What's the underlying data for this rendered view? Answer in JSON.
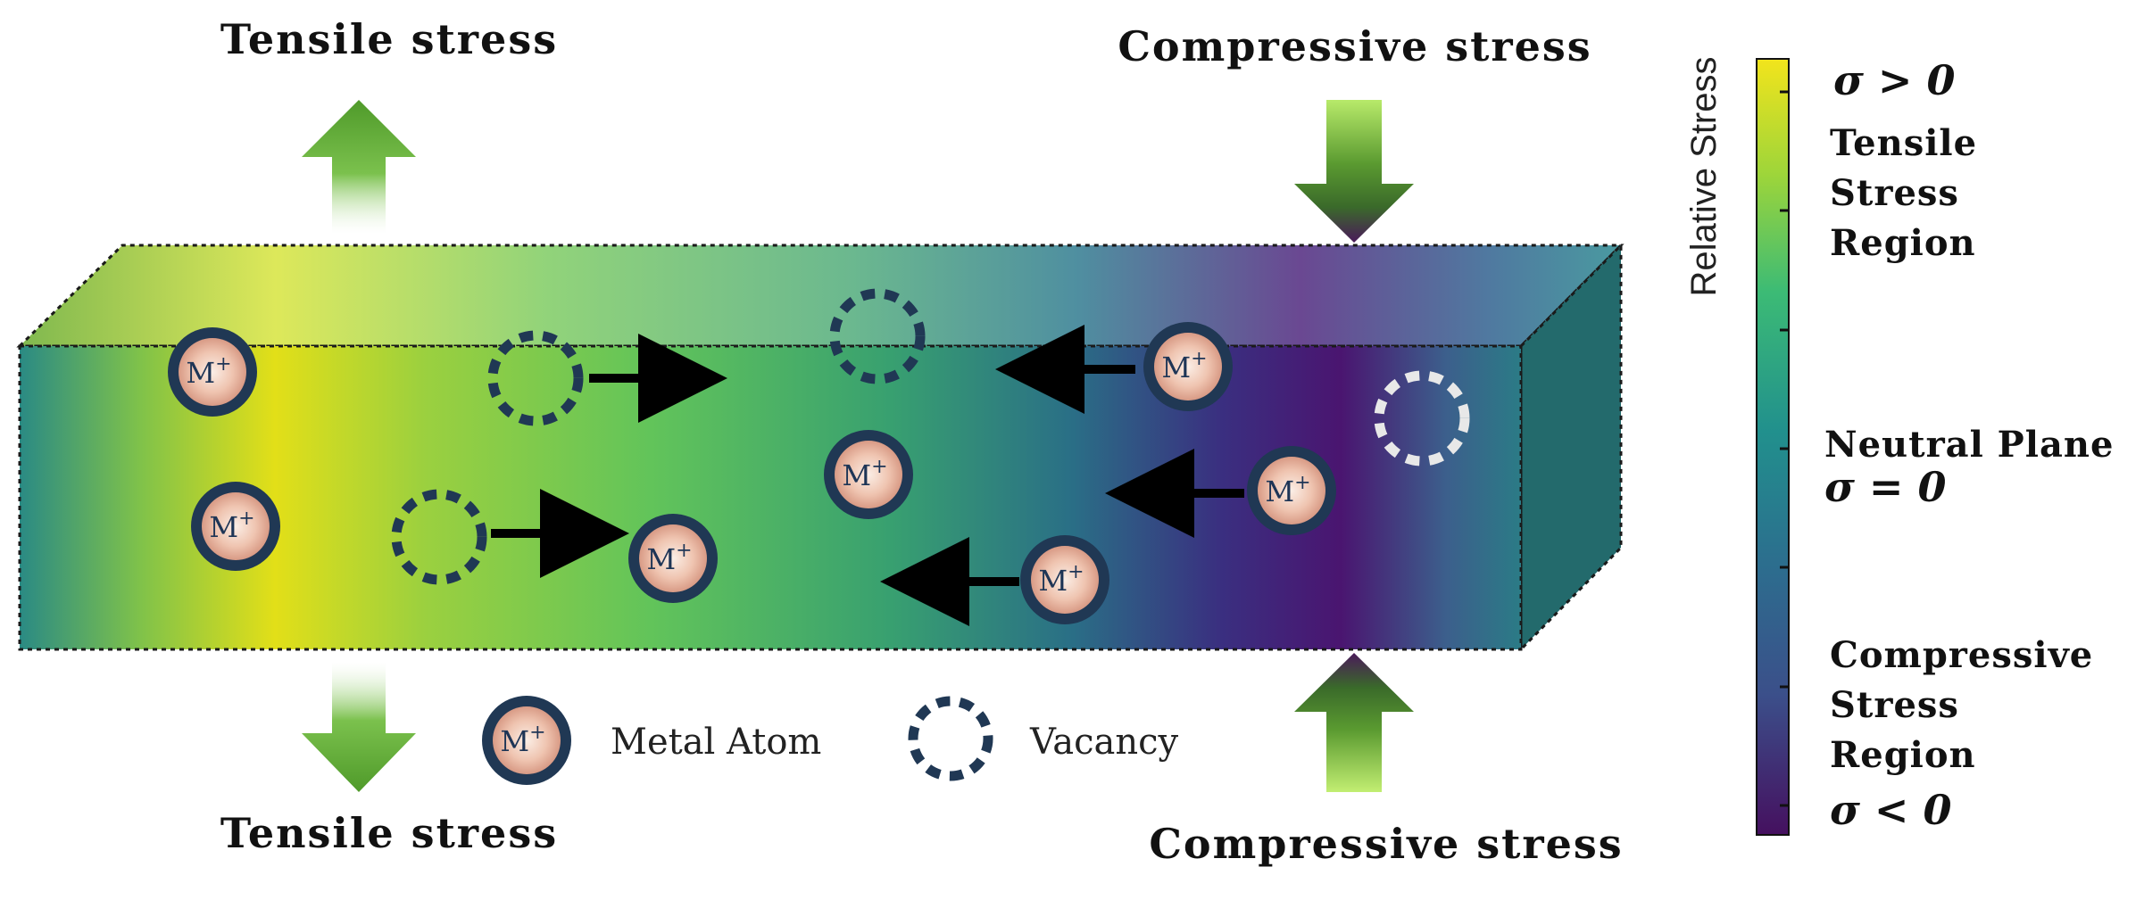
{
  "labels": {
    "tensile_top": "Tensile stress",
    "tensile_bottom": "Tensile stress",
    "compressive_top": "Compressive stress",
    "compressive_bottom": "Compressive stress"
  },
  "atom_label": "M",
  "atom_sup": "+",
  "legend": {
    "atom_label": "Metal Atom",
    "vacancy_label": "Vacancy"
  },
  "colorbar": {
    "axis_label": "Relative Stress",
    "top_sigma": "σ > 0",
    "tensile_region": [
      "Tensile",
      "Stress",
      "Region"
    ],
    "neutral_plane": "Neutral Plane",
    "neutral_sigma": "σ = 0",
    "compressive_region": [
      "Compressive",
      "Stress",
      "Region"
    ],
    "bottom_sigma": "σ < 0"
  },
  "colors": {
    "yellow": "#e3e11a",
    "green": "#5cc65b",
    "teal": "#2f8a88",
    "blue": "#3a5f96",
    "purple": "#47136e",
    "arrow_green": "#4f9a2a",
    "atom_ring": "#203854",
    "atom_fill": "#e8b8a3"
  }
}
